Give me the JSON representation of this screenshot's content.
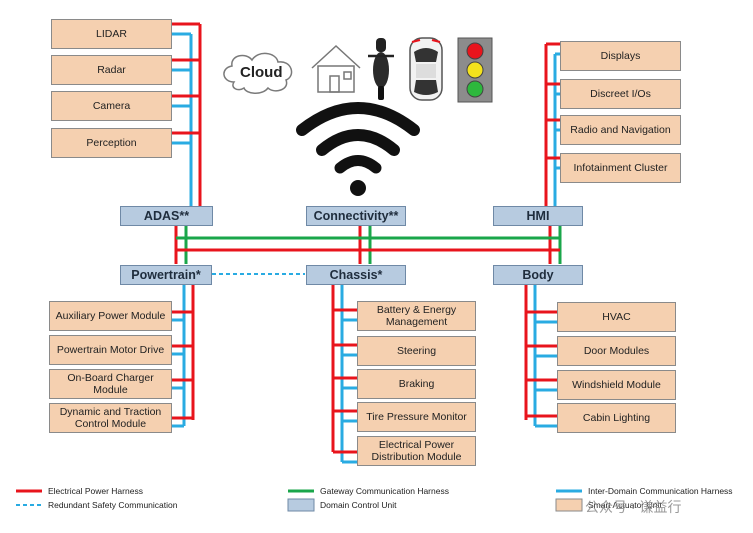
{
  "icons": {
    "cloud": "Cloud"
  },
  "left_top_modules": [
    "LIDAR",
    "Radar",
    "Camera",
    "Perception"
  ],
  "right_top_modules": [
    "Displays",
    "Discreet I/Os",
    "Radio and Navigation",
    "Infotainment Cluster"
  ],
  "domains": {
    "adas": "ADAS**",
    "connectivity": "Connectivity**",
    "hmi": "HMI",
    "powertrain": "Powertrain*",
    "chassis": "Chassis*",
    "body": "Body"
  },
  "powertrain_modules": [
    "Auxiliary Power Module",
    "Powertrain Motor Drive",
    "On-Board Charger Module",
    "Dynamic and Traction Control Module"
  ],
  "chassis_modules": [
    "Battery & Energy Management",
    "Steering",
    "Braking",
    "Tire Pressure Monitor",
    "Electrical Power Distribution Module"
  ],
  "body_modules": [
    "HVAC",
    "Door Modules",
    "Windshield Module",
    "Cabin Lighting"
  ],
  "legend": {
    "power": "Electrical Power Harness",
    "redundant": "Redundant Safety Communication",
    "gateway": "Gateway Communication Harness",
    "domain_unit": "Domain Control Unit",
    "inter_domain": "Inter-Domain Communication Harness",
    "smart_actuator": "Smart Actuator Unit"
  },
  "watermark": "公众号 · 谦益行",
  "colors": {
    "power": "#e8141c",
    "communication": "#29abe2",
    "gateway": "#1aa64a",
    "module_fill": "#f5d0b0",
    "domain_fill": "#b7cbe0"
  }
}
